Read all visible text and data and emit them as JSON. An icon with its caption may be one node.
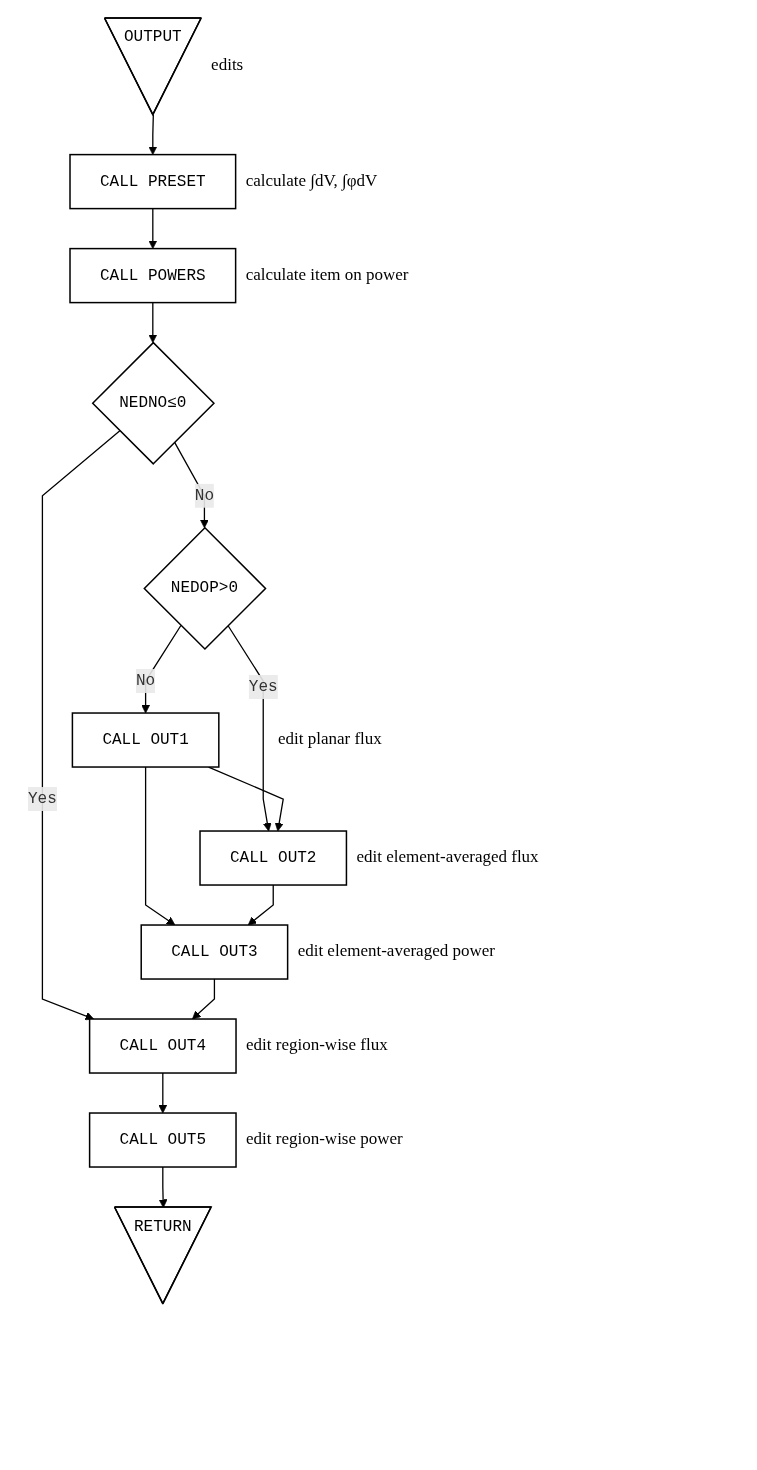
{
  "diagram": {
    "nodes": [
      {
        "text": [
          "OUTPUT"
        ],
        "beside": [
          "edits"
        ]
      },
      {
        "text": [
          "CALL PRESET"
        ],
        "beside": [
          "calculate ∫dV, ∫φdV"
        ]
      },
      {
        "text": [
          "CALL POWERS"
        ],
        "beside": [
          "calculate item on power"
        ]
      },
      {
        "text": [
          "NEDNO≤0"
        ]
      },
      {
        "text": [
          "NEDOP>0"
        ]
      },
      {
        "text": [
          "CALL OUT1"
        ],
        "beside": [
          "edit planar flux"
        ]
      },
      {
        "text": [
          "CALL OUT2"
        ],
        "beside": [
          "edit element-averaged flux"
        ]
      },
      {
        "text": [
          "CALL OUT3"
        ],
        "beside": [
          "edit element-averaged power"
        ]
      },
      {
        "text": [
          "CALL OUT4"
        ],
        "beside": [
          "edit region-wise flux"
        ]
      },
      {
        "text": [
          "CALL OUT5"
        ],
        "beside": [
          "edit region-wise power"
        ]
      },
      {
        "text": [
          "RETURN"
        ]
      }
    ],
    "edges": [
      {
        "from": 0,
        "to": 1,
        "arrow": "to"
      },
      {
        "from": 1,
        "to": 2,
        "arrow": "to"
      },
      {
        "from": 2,
        "to": 3,
        "arrow": "to"
      },
      {
        "from": 3,
        "to": 4,
        "arrow": "to",
        "label": "No"
      },
      {
        "from": 3,
        "to": 8,
        "arrow": "to",
        "label": "Yes"
      },
      {
        "from": 4,
        "to": 5,
        "arrow": "to",
        "label": "No"
      },
      {
        "from": 4,
        "to": 6,
        "arrow": "to",
        "label": "Yes"
      },
      {
        "from": 5,
        "to": 6,
        "arrow": "to"
      },
      {
        "from": 5,
        "to": 7,
        "arrow": "to"
      },
      {
        "from": 6,
        "to": 7,
        "arrow": "to"
      },
      {
        "from": 7,
        "to": 8,
        "arrow": "to"
      },
      {
        "from": 8,
        "to": 9,
        "arrow": "to"
      },
      {
        "from": 9,
        "to": 10,
        "arrow": "to"
      }
    ]
  }
}
